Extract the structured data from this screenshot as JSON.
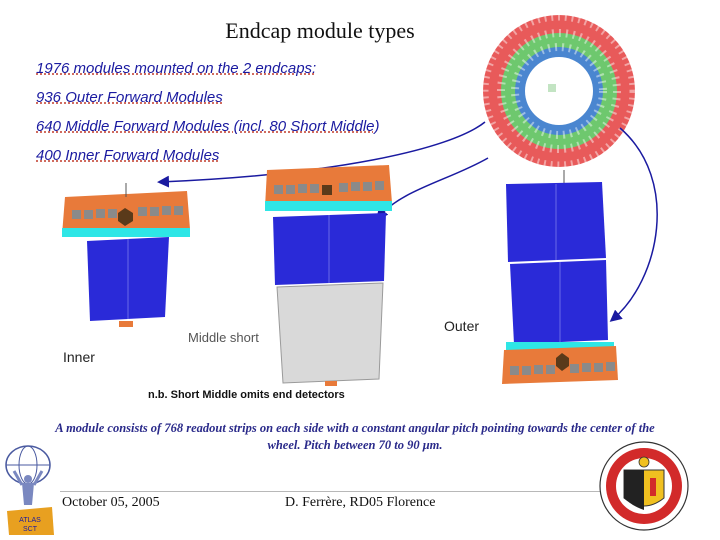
{
  "title": "Endcap module types",
  "bullets": [
    "1976  modules mounted on the 2 endcaps:",
    "936 Outer Forward Modules",
    "640 Middle Forward Modules (incl. 80 Short Middle)",
    "400 Inner Forward Modules"
  ],
  "labels": {
    "middle_short": "Middle short",
    "inner": "Inner",
    "outer": "Outer"
  },
  "note": "n.b. Short Middle omits end detectors",
  "description": "A module consists of 768 readout strips on each side with a constant angular pitch pointing towards the center of the wheel. Pitch between 70 to 90 μm.",
  "footer": {
    "date": "October 05, 2005",
    "author": "D. Ferrère, RD05 Florence"
  },
  "logos": {
    "atlas": [
      "ATLAS",
      "SCT"
    ]
  },
  "colors": {
    "sensor_blue": "#2a2ad8",
    "hybrid_orange": "#e87a3a",
    "ring_outer": "#e85a5a",
    "ring_middle": "#6ec86e",
    "ring_inner": "#4a86d0",
    "silicon_gray": "#d9d9d9"
  }
}
